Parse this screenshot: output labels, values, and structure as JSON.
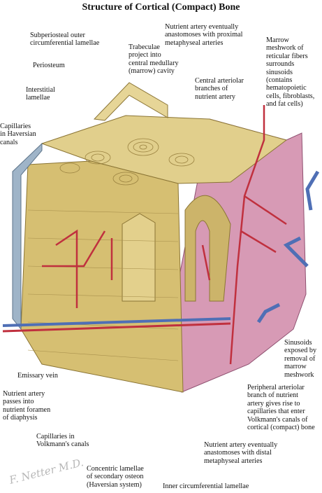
{
  "title": "Structure of Cortical (Compact) Bone",
  "labels": {
    "subperiosteal": "Subperiosteal outer\ncircumferential lamellae",
    "periosteum": "Periosteum",
    "interstitial": "Interstitial\nlamellae",
    "capillaries_haversian": "Capillaries\nin Haversian\ncanals",
    "trabeculae": "Trabeculae\nproject into\ncentral medullary\n(marrow) cavity",
    "nutrient_proximal": "Nutrient artery eventually\nanastomoses with proximal\nmetaphyseal arteries",
    "central_arteriolar": "Central arteriolar\nbranches of\nnutrient artery",
    "marrow_meshwork": "Marrow\nmeshwork of\nreticular fibers\nsurrounds\nsinusoids\n(contains\nhematopoietic\ncells, fibroblasts,\nand fat cells)",
    "sinusoids": "Sinusoids\nexposed by\nremoval of\nmarrow\nmeshwork",
    "emissary_vein": "Emissary vein",
    "nutrient_foramen": "Nutrient artery\npasses into\nnutrient foramen\nof diaphysis",
    "peripheral_arteriolar": "Peripheral arteriolar\nbranch of nutrient\nartery gives rise to\ncapillaries that enter\nVolkmann's canals of\ncortical (compact) bone",
    "capillaries_volkmann": "Capillaries in\nVolkmann's canals",
    "nutrient_distal": "Nutrient artery eventually\nanastomoses with distal\nmetaphyseal arteries",
    "concentric": "Concentric lamellae\nof secondary osteon\n(Haversian system)",
    "inner_circumferential": "Inner circumferential lamellae"
  },
  "signature": "F. Netter M.D.",
  "colors": {
    "bone": "#d8c37a",
    "bone_dark": "#b39a4a",
    "periosteum": "#9fb4c8",
    "marrow": "#d79ab5",
    "artery": "#c0303e",
    "vein": "#4f6fb5"
  }
}
